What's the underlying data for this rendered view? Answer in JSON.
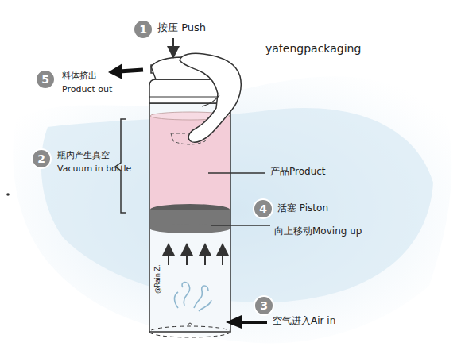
{
  "diagram": {
    "nodes": [
      {
        "text": [
          "1"
        ]
      },
      {
        "text": [
          "5"
        ]
      },
      {
        "text": [
          "2"
        ]
      },
      {
        "text": [
          "4"
        ]
      },
      {
        "text": [
          "3"
        ]
      }
    ],
    "labels": [
      "按压 Push",
      "yafengpackaging",
      "料体挤出",
      "Product out",
      "瓶内产生真空",
      "Vacuum in bottle",
      "产品Product",
      "活塞 Piston",
      "向上移动Moving up",
      "空气进入Air in",
      "@Rain Z."
    ]
  }
}
